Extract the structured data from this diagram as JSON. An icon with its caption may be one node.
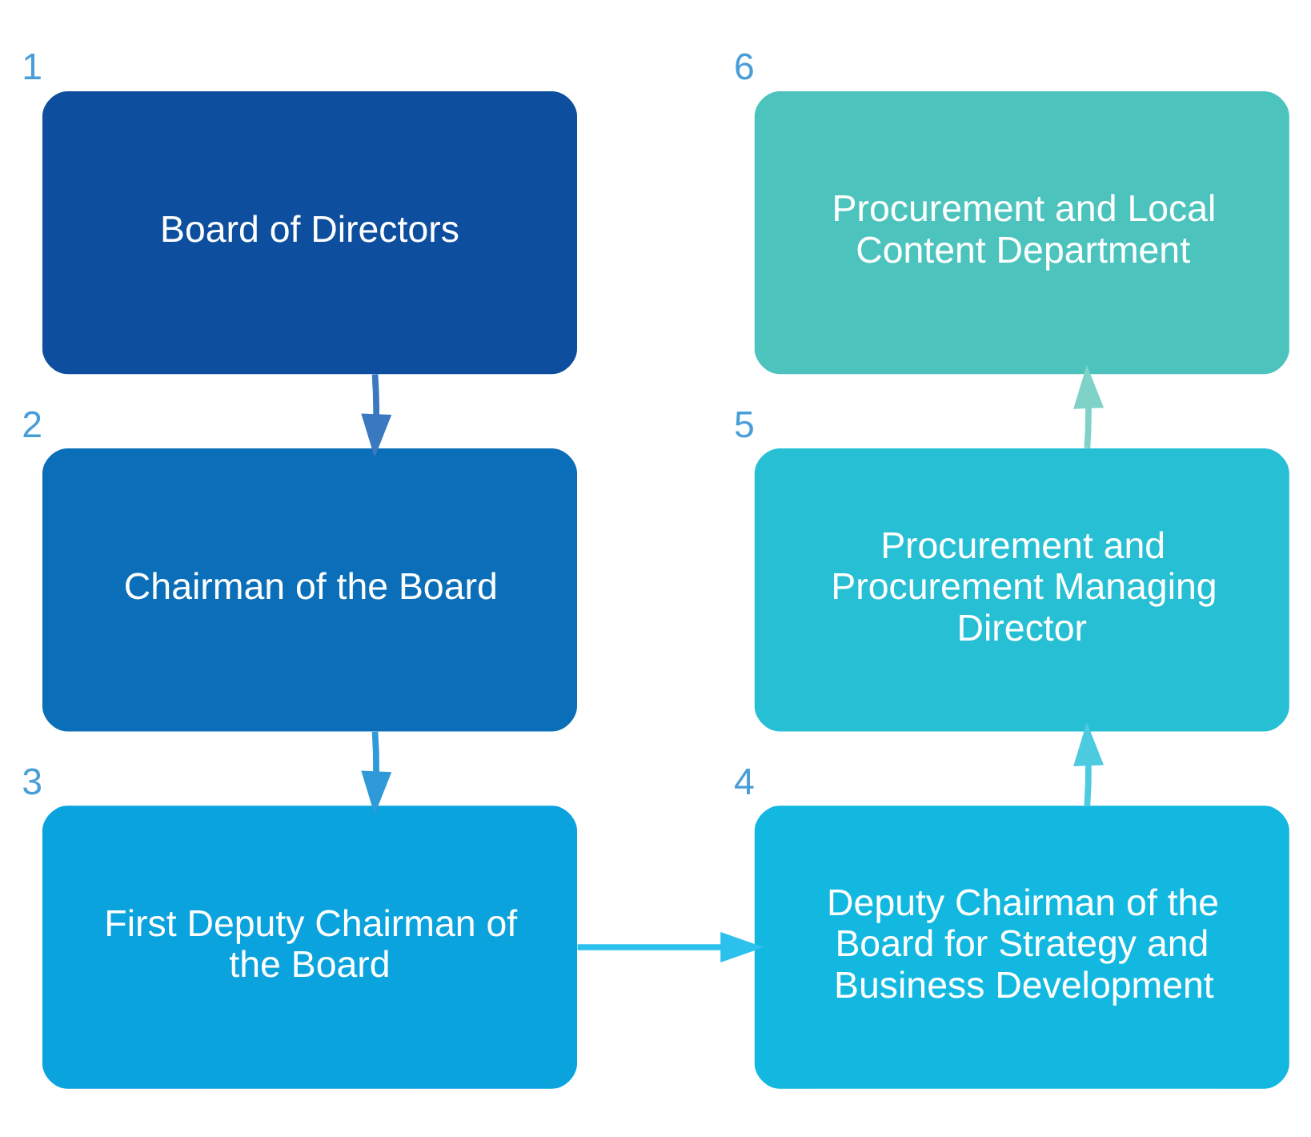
{
  "diagram": {
    "nodes": [
      {
        "text": [
          "Board of Directors"
        ],
        "beside": [
          "1"
        ]
      },
      {
        "text": [
          "Chairman of the Board"
        ],
        "beside": [
          "2"
        ]
      },
      {
        "text": [
          "First Deputy Chairman of the Board"
        ],
        "beside": [
          "3"
        ]
      },
      {
        "text": [
          "Deputy Chairman of the Board for Strategy and Business Development"
        ],
        "beside": [
          "4"
        ]
      },
      {
        "text": [
          "Procurement and Procurement Managing Director"
        ],
        "beside": [
          "5"
        ]
      },
      {
        "text": [
          "Procurement and Local Content Department"
        ],
        "beside": [
          "6"
        ]
      }
    ],
    "edges": [
      {
        "from": 0,
        "to": 1,
        "arrow": "to"
      },
      {
        "from": 1,
        "to": 2,
        "arrow": "to"
      },
      {
        "from": 2,
        "to": 3,
        "arrow": "to"
      },
      {
        "from": 3,
        "to": 4,
        "arrow": "to"
      },
      {
        "from": 4,
        "to": 5,
        "arrow": "to"
      }
    ]
  }
}
